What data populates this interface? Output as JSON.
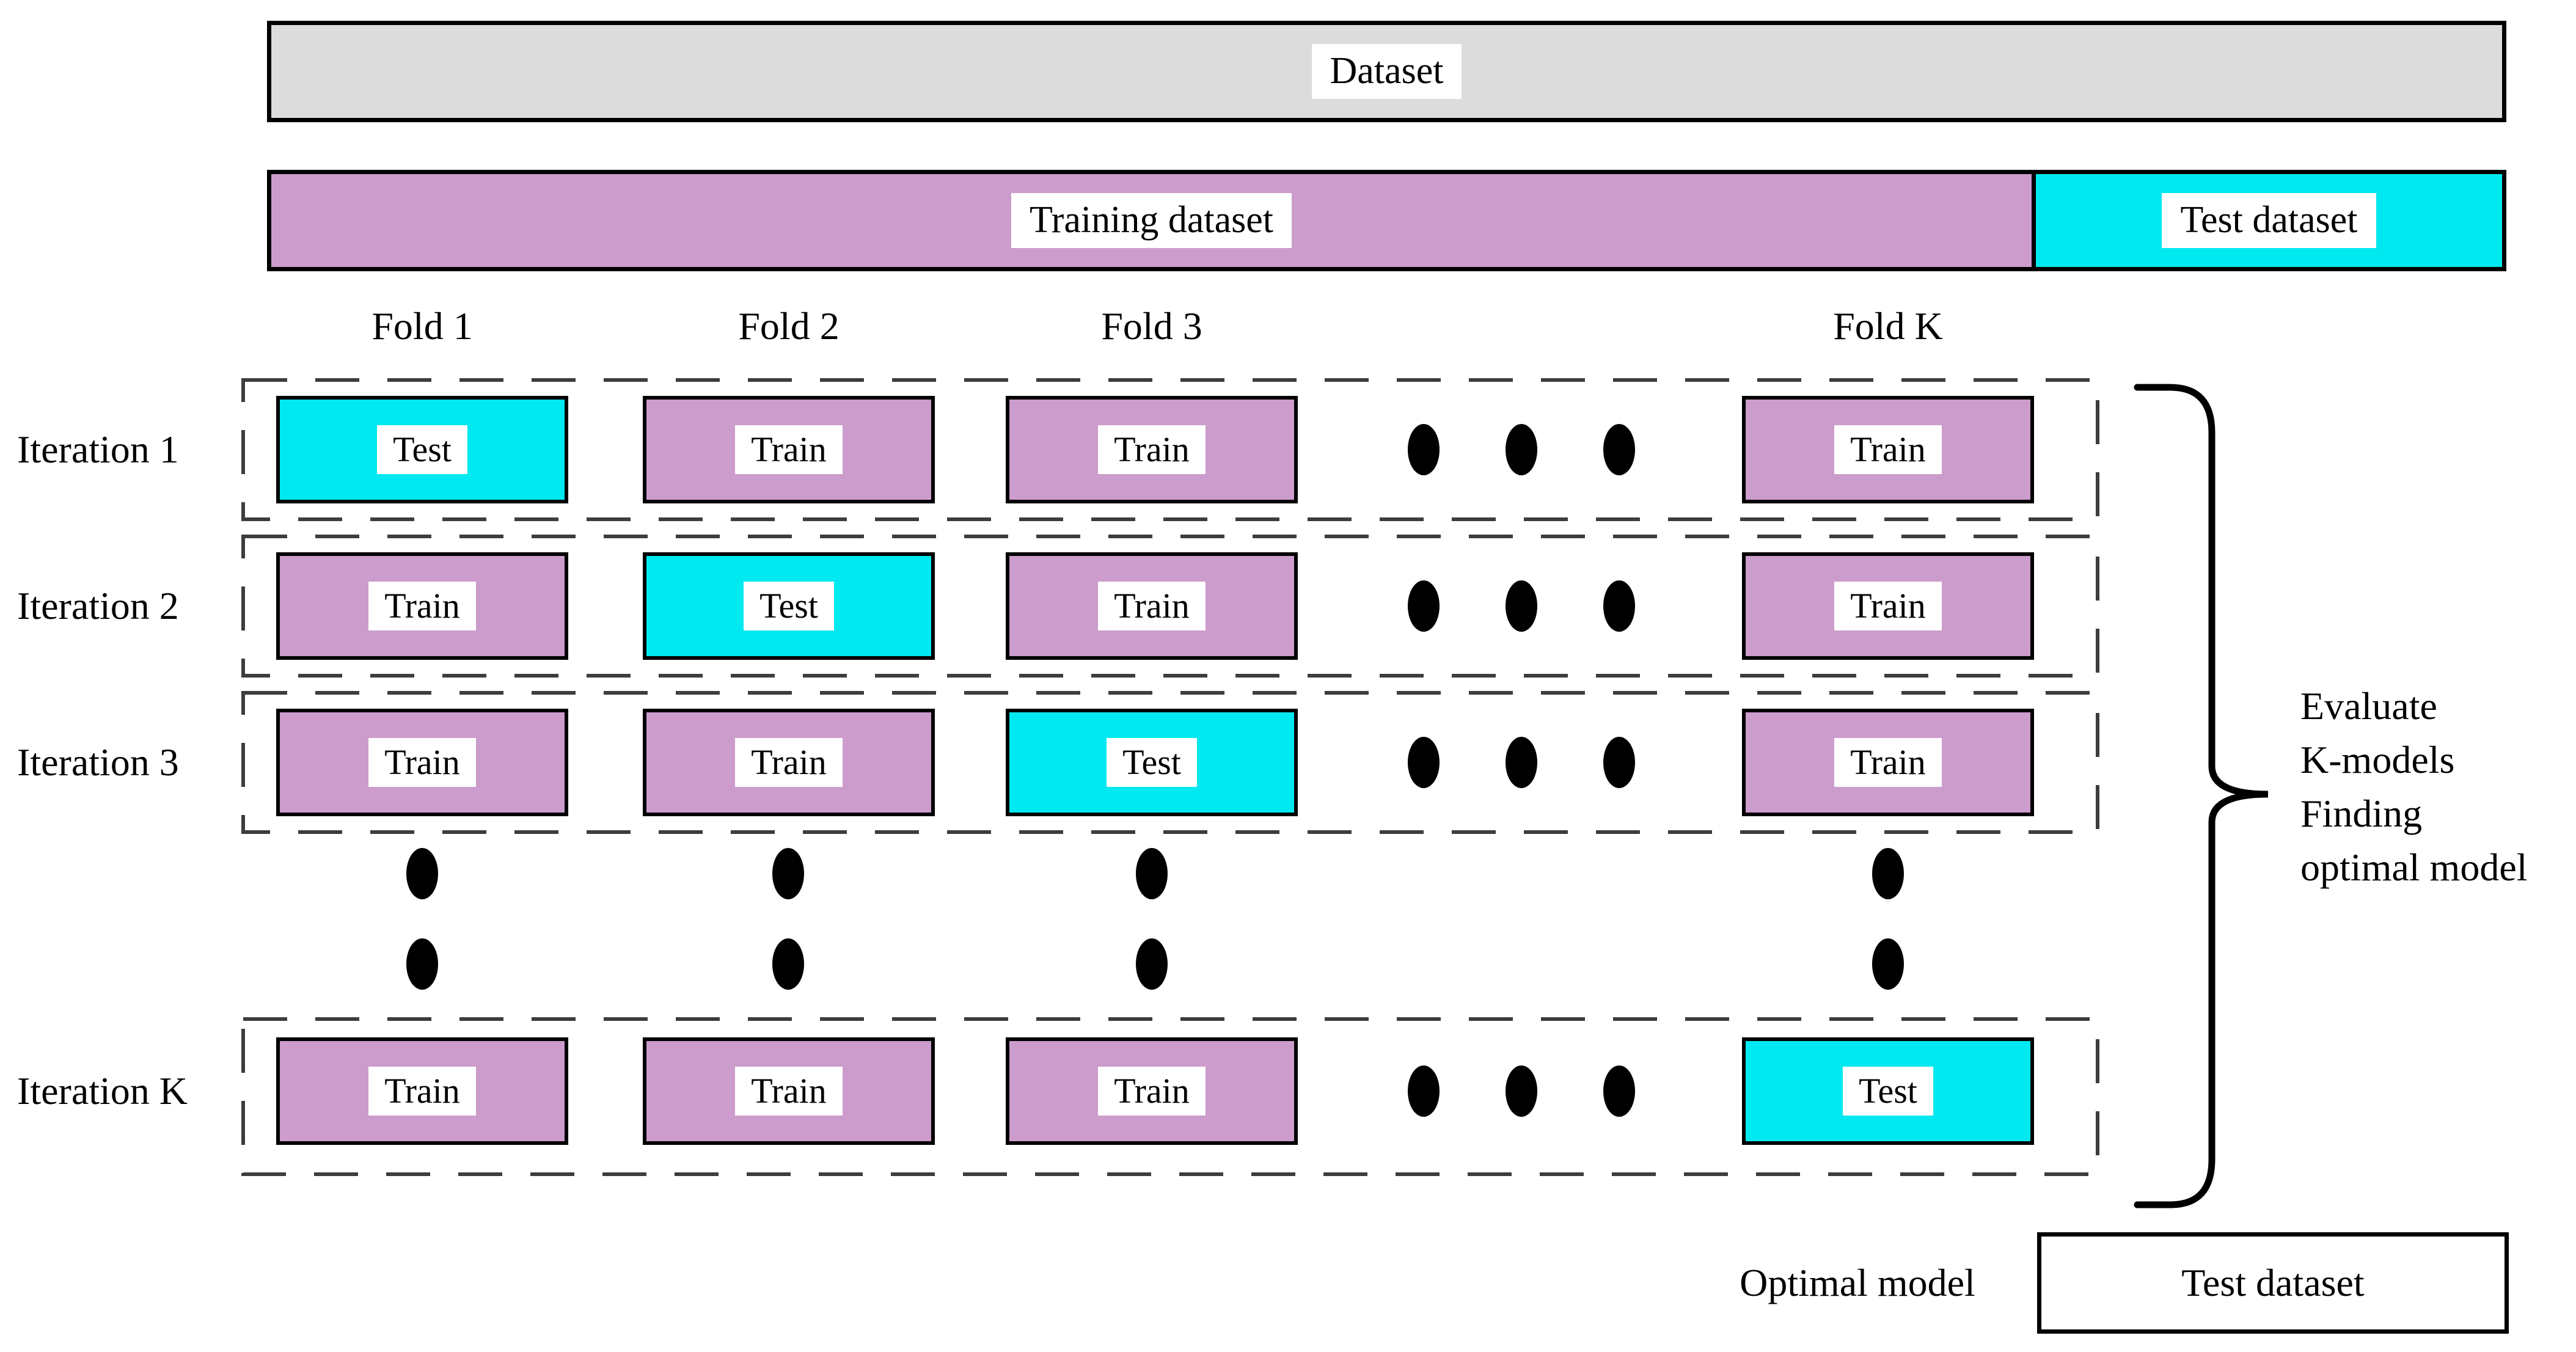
{
  "diagram": {
    "dataset_bar": {
      "label": "Dataset"
    },
    "split_bar": {
      "training_label": "Training dataset",
      "test_label": "Test dataset"
    },
    "folds": [
      "Fold 1",
      "Fold 2",
      "Fold 3",
      "Fold K"
    ],
    "iterations": [
      {
        "label": "Iteration 1",
        "cells": [
          "Test",
          "Train",
          "Train",
          "Train"
        ]
      },
      {
        "label": "Iteration 2",
        "cells": [
          "Train",
          "Test",
          "Train",
          "Train"
        ]
      },
      {
        "label": "Iteration 3",
        "cells": [
          "Train",
          "Train",
          "Test",
          "Train"
        ]
      },
      {
        "label": "Iteration K",
        "cells": [
          "Train",
          "Train",
          "Train",
          "Test"
        ]
      }
    ],
    "annotation": {
      "lines": [
        "Evaluate",
        "K-models",
        "Finding",
        "optimal model"
      ]
    },
    "footer": {
      "optimal_label": "Optimal model",
      "test_box_label": "Test dataset"
    },
    "colors": {
      "train": "#cc9ccc",
      "test": "#00e9f0",
      "dataset": "#dcdcdc"
    }
  }
}
